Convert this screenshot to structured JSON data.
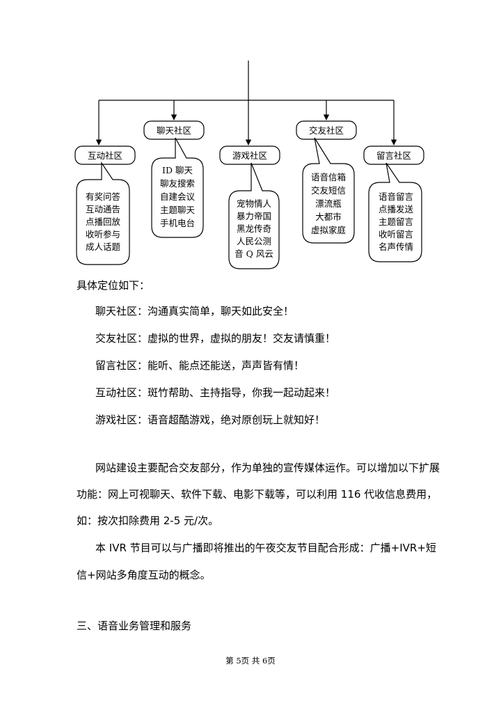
{
  "diagram": {
    "boxes": [
      {
        "id": "hudong",
        "label": "互动社区"
      },
      {
        "id": "liaotian",
        "label": "聊天社区"
      },
      {
        "id": "youxi",
        "label": "游戏社区"
      },
      {
        "id": "jiaoyou",
        "label": "交友社区"
      },
      {
        "id": "liuyan",
        "label": "留言社区"
      }
    ],
    "callouts": [
      {
        "for": "hudong",
        "lines": [
          "有奖问答",
          "互动通告",
          "点播回放",
          "收听参与",
          "成人话题"
        ]
      },
      {
        "for": "liaotian",
        "lines": [
          "ID 聊天",
          "聊友搜索",
          "自建会议",
          "主题聊天",
          "手机电台"
        ]
      },
      {
        "for": "youxi",
        "lines": [
          "宠物情人",
          "暴力帝国",
          "黑龙传奇",
          "人民公测",
          "音 Q 风云"
        ]
      },
      {
        "for": "jiaoyou",
        "lines": [
          "语音信箱",
          "交友短信",
          "漂流瓶",
          "大都市",
          "虚拟家庭"
        ]
      },
      {
        "for": "liuyan",
        "lines": [
          "语音留言",
          "点播发送",
          "主题留言",
          "收听留言",
          "名声传情"
        ]
      }
    ]
  },
  "intro": "具体定位如下：",
  "positions": [
    "聊天社区：沟通真实简单，聊天如此安全！",
    "交友社区：虚拟的世界，虚拟的朋友！交友请慎重！",
    "留言社区：能听、能点还能送，声声皆有情！",
    "互动社区：斑竹帮助、主持指导，你我一起动起来！",
    "游戏社区：语音超酷游戏，绝对原创玩上就知好！"
  ],
  "paragraph1": [
    "网站建设主要配合交友部分，作为单独的宣传媒体运作。可以增加以下扩展",
    "功能：网上可视聊天、软件下载、电影下载等，可以利用 116 代收信息费用，",
    "如：按次扣除费用 2-5 元/次。"
  ],
  "paragraph2": [
    "本 IVR 节目可以与广播即将推出的午夜交友节目配合形成：广播+IVR+短",
    "信+网站多角度互动的概念。"
  ],
  "section_heading": "三、语音业务管理和服务",
  "footer": "第 5页  共 6页"
}
